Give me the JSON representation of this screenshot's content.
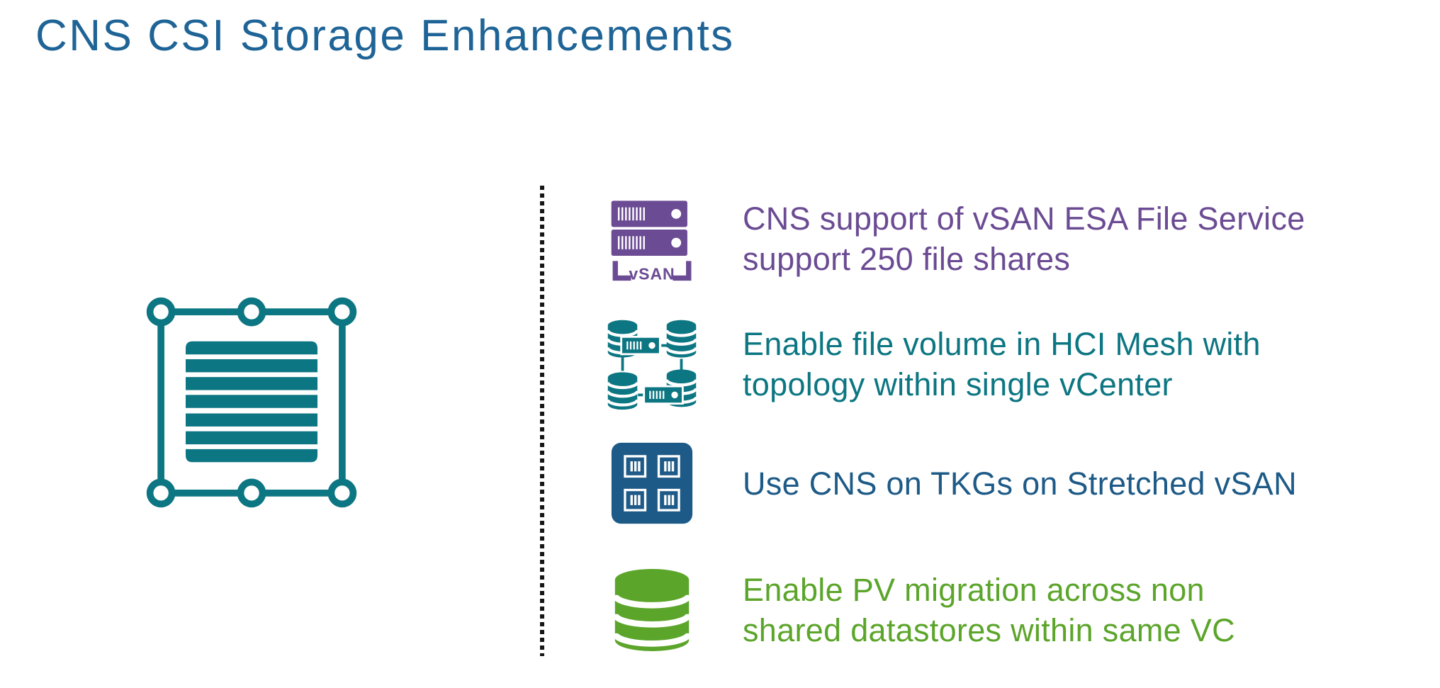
{
  "slide": {
    "title": "CNS CSI Storage Enhancements",
    "colors": {
      "title_blue": "#1f6496",
      "purple": "#6b4b93",
      "teal": "#0c7682",
      "navy": "#1d5a87",
      "green": "#5ca52b",
      "divider_black": "#161616"
    },
    "hero_icon": "container-volume-icon",
    "vsan_badge_label": "vSAN",
    "bullets": [
      {
        "icon": "vsan-esa-file-service-icon",
        "color": "#6b4b93",
        "lines": [
          "CNS support of vSAN ESA File Service",
          "support 250 file shares"
        ]
      },
      {
        "icon": "hci-mesh-topology-icon",
        "color": "#0c7682",
        "lines": [
          "Enable file volume in HCI Mesh with",
          "topology within single vCenter"
        ]
      },
      {
        "icon": "tkg-stretched-vsan-icon",
        "color": "#1d5a87",
        "lines": [
          "Use CNS on TKGs on Stretched vSAN"
        ]
      },
      {
        "icon": "pv-datastore-icon",
        "color": "#5ca52b",
        "lines": [
          "Enable PV migration across non",
          "shared datastores within same VC"
        ]
      }
    ]
  }
}
